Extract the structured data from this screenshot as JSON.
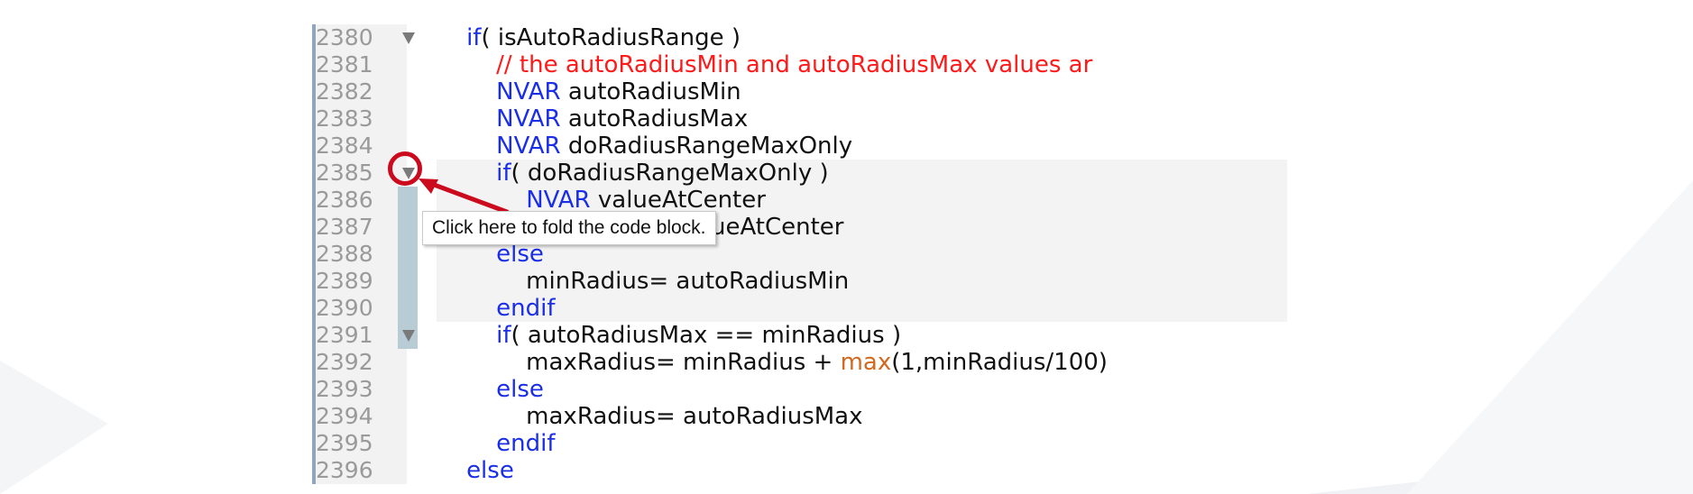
{
  "editor": {
    "lines": [
      {
        "num": "2380",
        "fold": true,
        "shaded": false,
        "segments": [
          {
            "cls": "",
            "text": "    "
          },
          {
            "cls": "kw",
            "text": "if"
          },
          {
            "cls": "",
            "text": "( isAutoRadiusRange )"
          }
        ]
      },
      {
        "num": "2381",
        "fold": false,
        "shaded": false,
        "segments": [
          {
            "cls": "",
            "text": "        "
          },
          {
            "cls": "cm",
            "text": "// the autoRadiusMin and autoRadiusMax values ar"
          }
        ]
      },
      {
        "num": "2382",
        "fold": false,
        "shaded": false,
        "segments": [
          {
            "cls": "",
            "text": "        "
          },
          {
            "cls": "kw",
            "text": "NVAR"
          },
          {
            "cls": "",
            "text": " autoRadiusMin"
          }
        ]
      },
      {
        "num": "2383",
        "fold": false,
        "shaded": false,
        "segments": [
          {
            "cls": "",
            "text": "        "
          },
          {
            "cls": "kw",
            "text": "NVAR"
          },
          {
            "cls": "",
            "text": " autoRadiusMax"
          }
        ]
      },
      {
        "num": "2384",
        "fold": false,
        "shaded": false,
        "segments": [
          {
            "cls": "",
            "text": "        "
          },
          {
            "cls": "kw",
            "text": "NVAR"
          },
          {
            "cls": "",
            "text": " doRadiusRangeMaxOnly"
          }
        ]
      },
      {
        "num": "2385",
        "fold": true,
        "shaded": true,
        "segments": [
          {
            "cls": "",
            "text": "        "
          },
          {
            "cls": "kw",
            "text": "if"
          },
          {
            "cls": "",
            "text": "( doRadiusRangeMaxOnly )"
          }
        ]
      },
      {
        "num": "2386",
        "fold": false,
        "shaded": true,
        "segments": [
          {
            "cls": "",
            "text": "            "
          },
          {
            "cls": "kw",
            "text": "NVAR"
          },
          {
            "cls": "",
            "text": " valueAtCenter"
          }
        ]
      },
      {
        "num": "2387",
        "fold": false,
        "shaded": true,
        "segments": [
          {
            "cls": "",
            "text": "            minRadius= valueAtCenter"
          }
        ]
      },
      {
        "num": "2388",
        "fold": false,
        "shaded": true,
        "segments": [
          {
            "cls": "",
            "text": "        "
          },
          {
            "cls": "kw",
            "text": "else"
          }
        ]
      },
      {
        "num": "2389",
        "fold": false,
        "shaded": true,
        "segments": [
          {
            "cls": "",
            "text": "            minRadius= autoRadiusMin"
          }
        ]
      },
      {
        "num": "2390",
        "fold": false,
        "shaded": true,
        "segments": [
          {
            "cls": "",
            "text": "        "
          },
          {
            "cls": "kw",
            "text": "endif"
          }
        ]
      },
      {
        "num": "2391",
        "fold": true,
        "shaded": false,
        "segments": [
          {
            "cls": "",
            "text": "        "
          },
          {
            "cls": "kw",
            "text": "if"
          },
          {
            "cls": "",
            "text": "( autoRadiusMax == minRadius )"
          }
        ]
      },
      {
        "num": "2392",
        "fold": false,
        "shaded": false,
        "segments": [
          {
            "cls": "",
            "text": "            maxRadius= minRadius + "
          },
          {
            "cls": "fn",
            "text": "max"
          },
          {
            "cls": "",
            "text": "(1,minRadius/100)"
          }
        ]
      },
      {
        "num": "2393",
        "fold": false,
        "shaded": false,
        "segments": [
          {
            "cls": "",
            "text": "        "
          },
          {
            "cls": "kw",
            "text": "else"
          }
        ]
      },
      {
        "num": "2394",
        "fold": false,
        "shaded": false,
        "segments": [
          {
            "cls": "",
            "text": "            maxRadius= autoRadiusMax"
          }
        ]
      },
      {
        "num": "2395",
        "fold": false,
        "shaded": false,
        "segments": [
          {
            "cls": "",
            "text": "        "
          },
          {
            "cls": "kw",
            "text": "endif"
          }
        ]
      },
      {
        "num": "2396",
        "fold": false,
        "shaded": false,
        "segments": [
          {
            "cls": "",
            "text": "    "
          },
          {
            "cls": "kw",
            "text": "else"
          }
        ]
      }
    ]
  },
  "tooltip": {
    "text": "Click here to fold the code block."
  },
  "colors": {
    "keyword": "#1a2ee8",
    "comment": "#ff1a1a",
    "builtin": "#d2691e",
    "annotation": "#cc0a1e",
    "fold_range": "#b8ccd6"
  },
  "icons": {
    "fold": "fold-triangle-icon",
    "annotation_arrow": "red-arrow-icon"
  }
}
